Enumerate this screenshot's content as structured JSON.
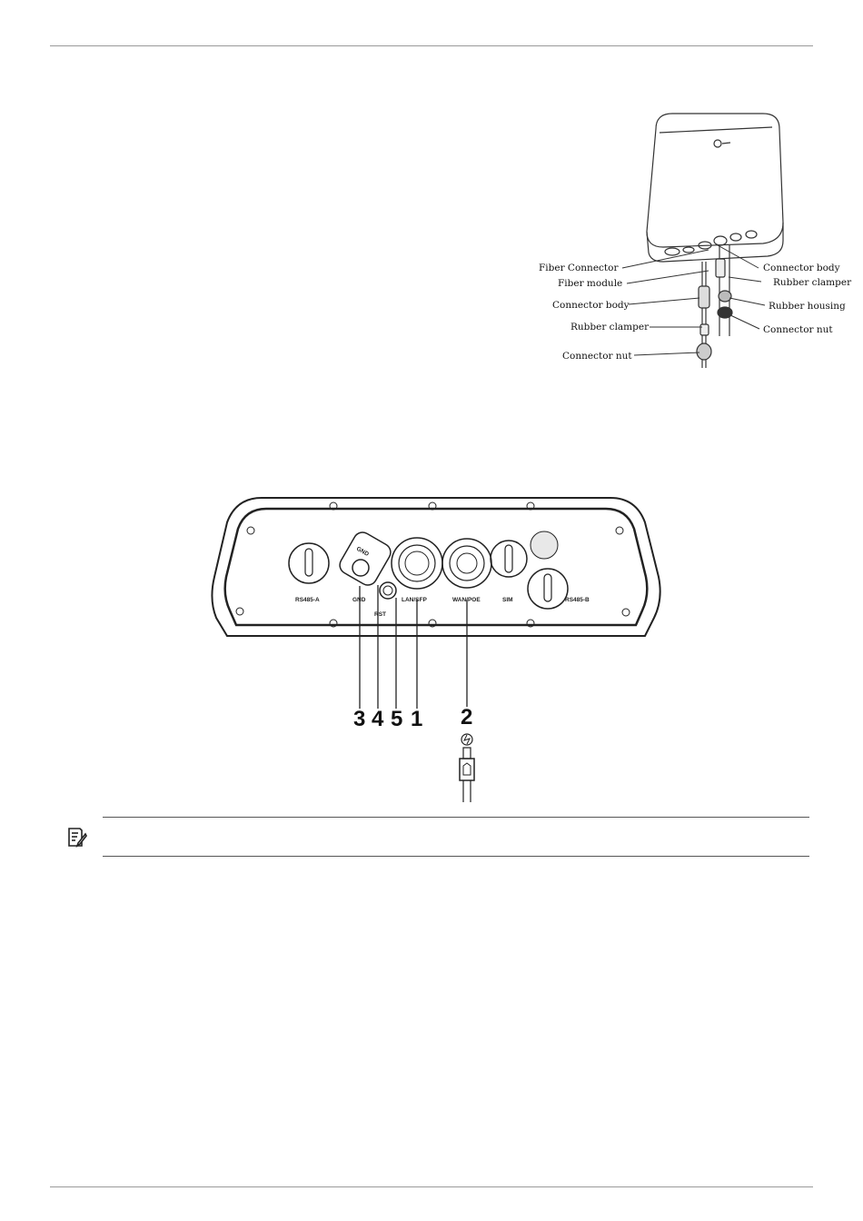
{
  "figure1": {
    "callouts": [
      {
        "id": "fiber-connector",
        "text": "Fiber Connector"
      },
      {
        "id": "fiber-module",
        "text": "Fiber module"
      },
      {
        "id": "connector-body-left",
        "text": "Connector body"
      },
      {
        "id": "rubber-clamper-left",
        "text": "Rubber clamper"
      },
      {
        "id": "connector-nut-left",
        "text": "Connector nut"
      },
      {
        "id": "connector-body-right",
        "text": "Connector body"
      },
      {
        "id": "rubber-clamper-right",
        "text": "Rubber clamper"
      },
      {
        "id": "rubber-housing",
        "text": "Rubber housing"
      },
      {
        "id": "connector-nut-right",
        "text": "Connector nut"
      }
    ]
  },
  "figure2": {
    "ports": {
      "rs485a": "RS485-A",
      "gnd": "GND",
      "gnd_cap": "GND",
      "rst": "RST",
      "lan_sfp": "LAN/SFP",
      "wan_poe": "WAN/POE",
      "sim": "SIM",
      "rs485b": "RS485-B"
    },
    "numbers": [
      "3",
      "4",
      "5",
      "1",
      "2"
    ]
  },
  "note": {
    "icon": "note-icon"
  }
}
